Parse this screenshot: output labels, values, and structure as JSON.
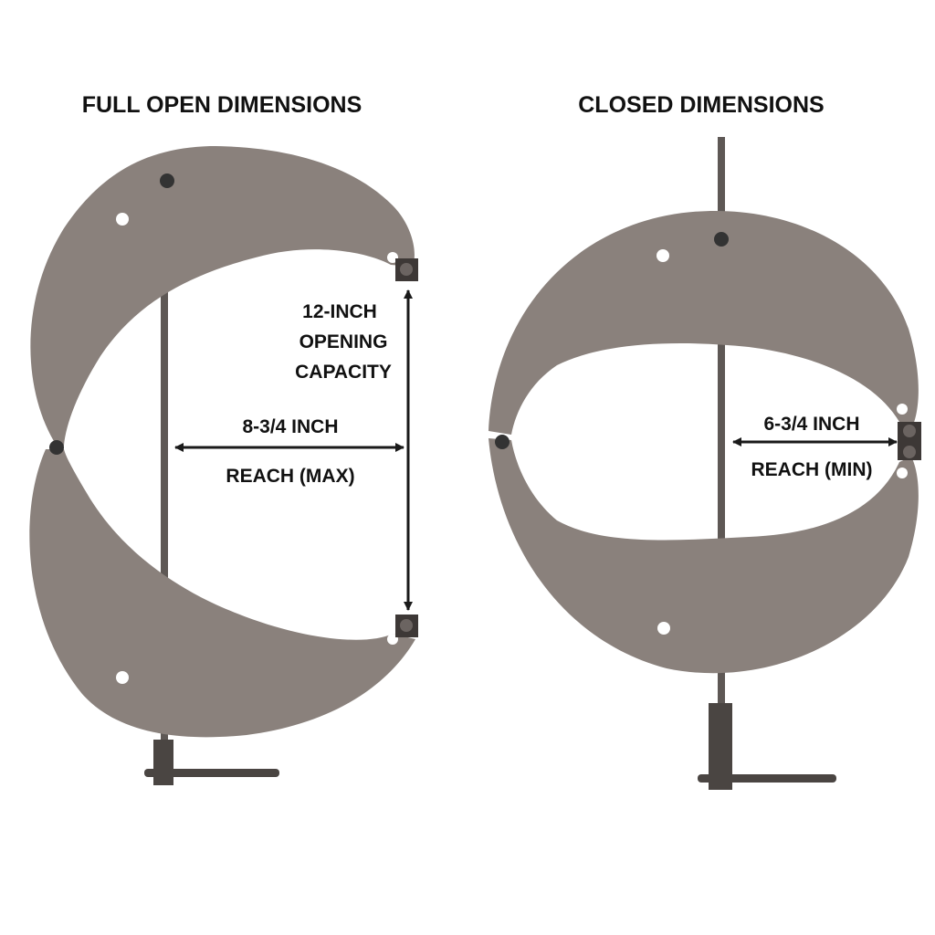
{
  "open": {
    "title": "FULL OPEN DIMENSIONS",
    "capacity": [
      "12-INCH",
      "OPENING",
      "CAPACITY"
    ],
    "reach_value": "8-3/4 INCH",
    "reach_label": "REACH (MAX)"
  },
  "closed": {
    "title": "CLOSED DIMENSIONS",
    "reach_value": "6-3/4 INCH",
    "reach_label": "REACH (MIN)"
  },
  "colors": {
    "plate": "#8a817c",
    "rod": "#5e5855",
    "arrow": "#1a1a1a"
  }
}
